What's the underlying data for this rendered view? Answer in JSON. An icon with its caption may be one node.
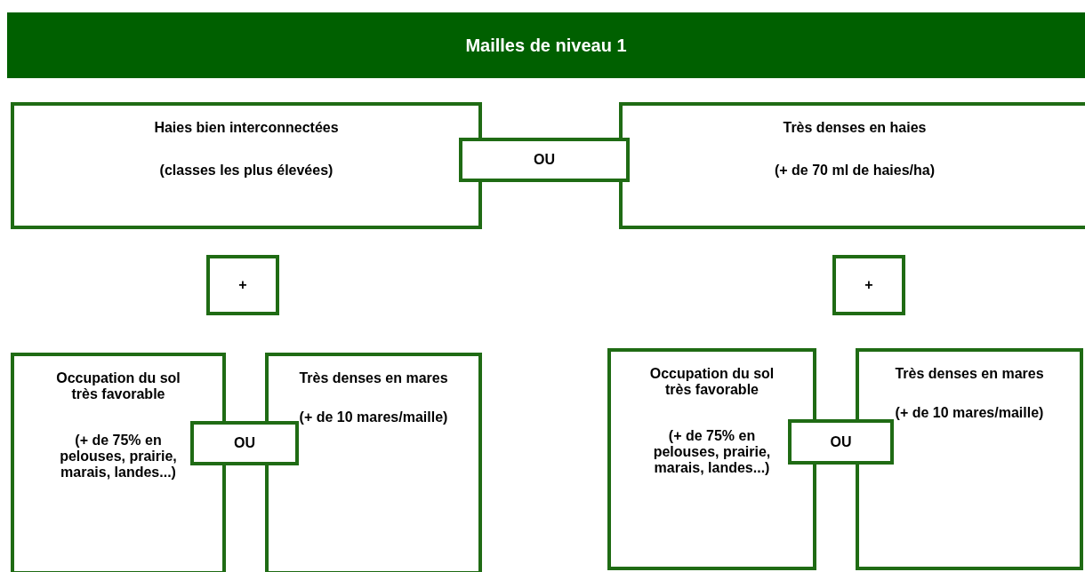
{
  "diagram": {
    "nodes": [
      {
        "text": [
          "Mailles de niveau 1"
        ]
      },
      {
        "text": [
          "Haies bien interconnectées",
          "(classes les plus élevées)"
        ]
      },
      {
        "text": [
          "OU"
        ]
      },
      {
        "text": [
          "Très denses en haies",
          "(+ de 70 ml de haies/ha)"
        ]
      },
      {
        "text": [
          "+"
        ]
      },
      {
        "text": [
          "+"
        ]
      },
      {
        "text": [
          "Occupation du sol très favorable",
          "(+ de 75% en pelouses, prairie, marais, landes...)"
        ]
      },
      {
        "text": [
          "OU"
        ]
      },
      {
        "text": [
          "Très denses en mares",
          "(+ de 10 mares/maille)"
        ]
      },
      {
        "text": [
          "Occupation du sol très favorable",
          "(+ de 75% en pelouses, prairie, marais, landes...)"
        ]
      },
      {
        "text": [
          "OU"
        ]
      },
      {
        "text": [
          "Très denses en mares",
          "(+ de 10 mares/maille)"
        ]
      }
    ],
    "edges": []
  }
}
